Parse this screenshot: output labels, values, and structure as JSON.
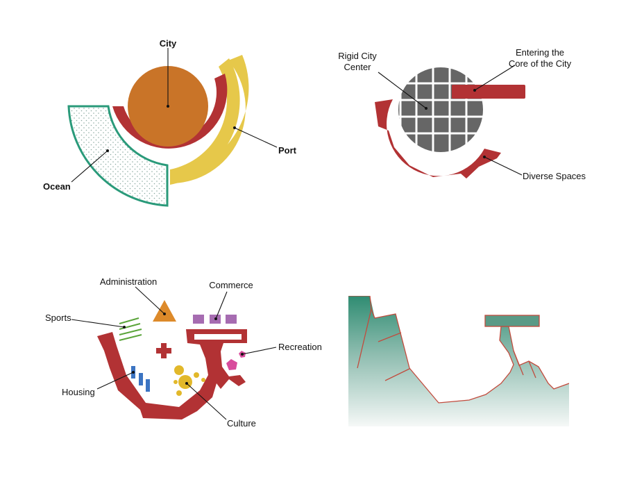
{
  "diagram1": {
    "labels": {
      "city": "City",
      "port": "Port",
      "ocean": "Ocean"
    },
    "colors": {
      "city": "#c97428",
      "ring": "#b23234",
      "port": "#e6c84a",
      "ocean_stroke": "#2a9a7a",
      "ocean_dots": "#8aa9a0"
    }
  },
  "diagram2": {
    "labels": {
      "rigid_line1": "Rigid City",
      "rigid_line2": "Center",
      "entering_line1": "Entering the",
      "entering_line2": "Core of the City",
      "diverse": "Diverse Spaces"
    },
    "colors": {
      "grid": "#666666",
      "red": "#b23234"
    }
  },
  "diagram3": {
    "labels": {
      "administration": "Administration",
      "commerce": "Commerce",
      "sports": "Sports",
      "recreation": "Recreation",
      "housing": "Housing",
      "culture": "Culture"
    },
    "colors": {
      "red": "#b23234",
      "administration": "#dd8a2a",
      "commerce": "#a66cb1",
      "sports": "#5aa43a",
      "recreation": "#d84c9c",
      "housing": "#3c74c2",
      "culture": "#e2b82a"
    }
  },
  "diagram4": {
    "colors": {
      "sea_top": "#2f8c72",
      "sea_bottom": "#f5f8f7",
      "coast": "#c24b3d",
      "pier": "#5a9a86"
    }
  }
}
